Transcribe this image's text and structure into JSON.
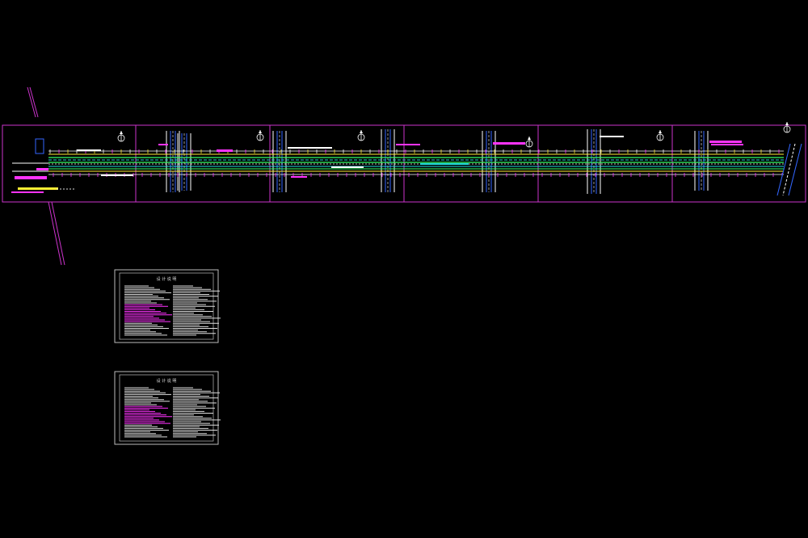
{
  "app": {
    "title": ""
  },
  "colors": {
    "background": "#000000",
    "frame": "#cc33cc",
    "road_green": "#33ff66",
    "road_cyan": "#22dddd",
    "road_yellow": "#ffee33",
    "road_white": "#ffffff",
    "road_magenta": "#ff33ff",
    "road_blue": "#3366ff",
    "sheet_border": "#bbbbbb",
    "sheet_text": "#dddddd"
  },
  "plan": {
    "segments": 6,
    "north_arrows": 6
  },
  "sheets": [
    {
      "id": "notes-1",
      "title": "设 计 说 明"
    },
    {
      "id": "notes-2",
      "title": "设 计 说 明"
    }
  ]
}
